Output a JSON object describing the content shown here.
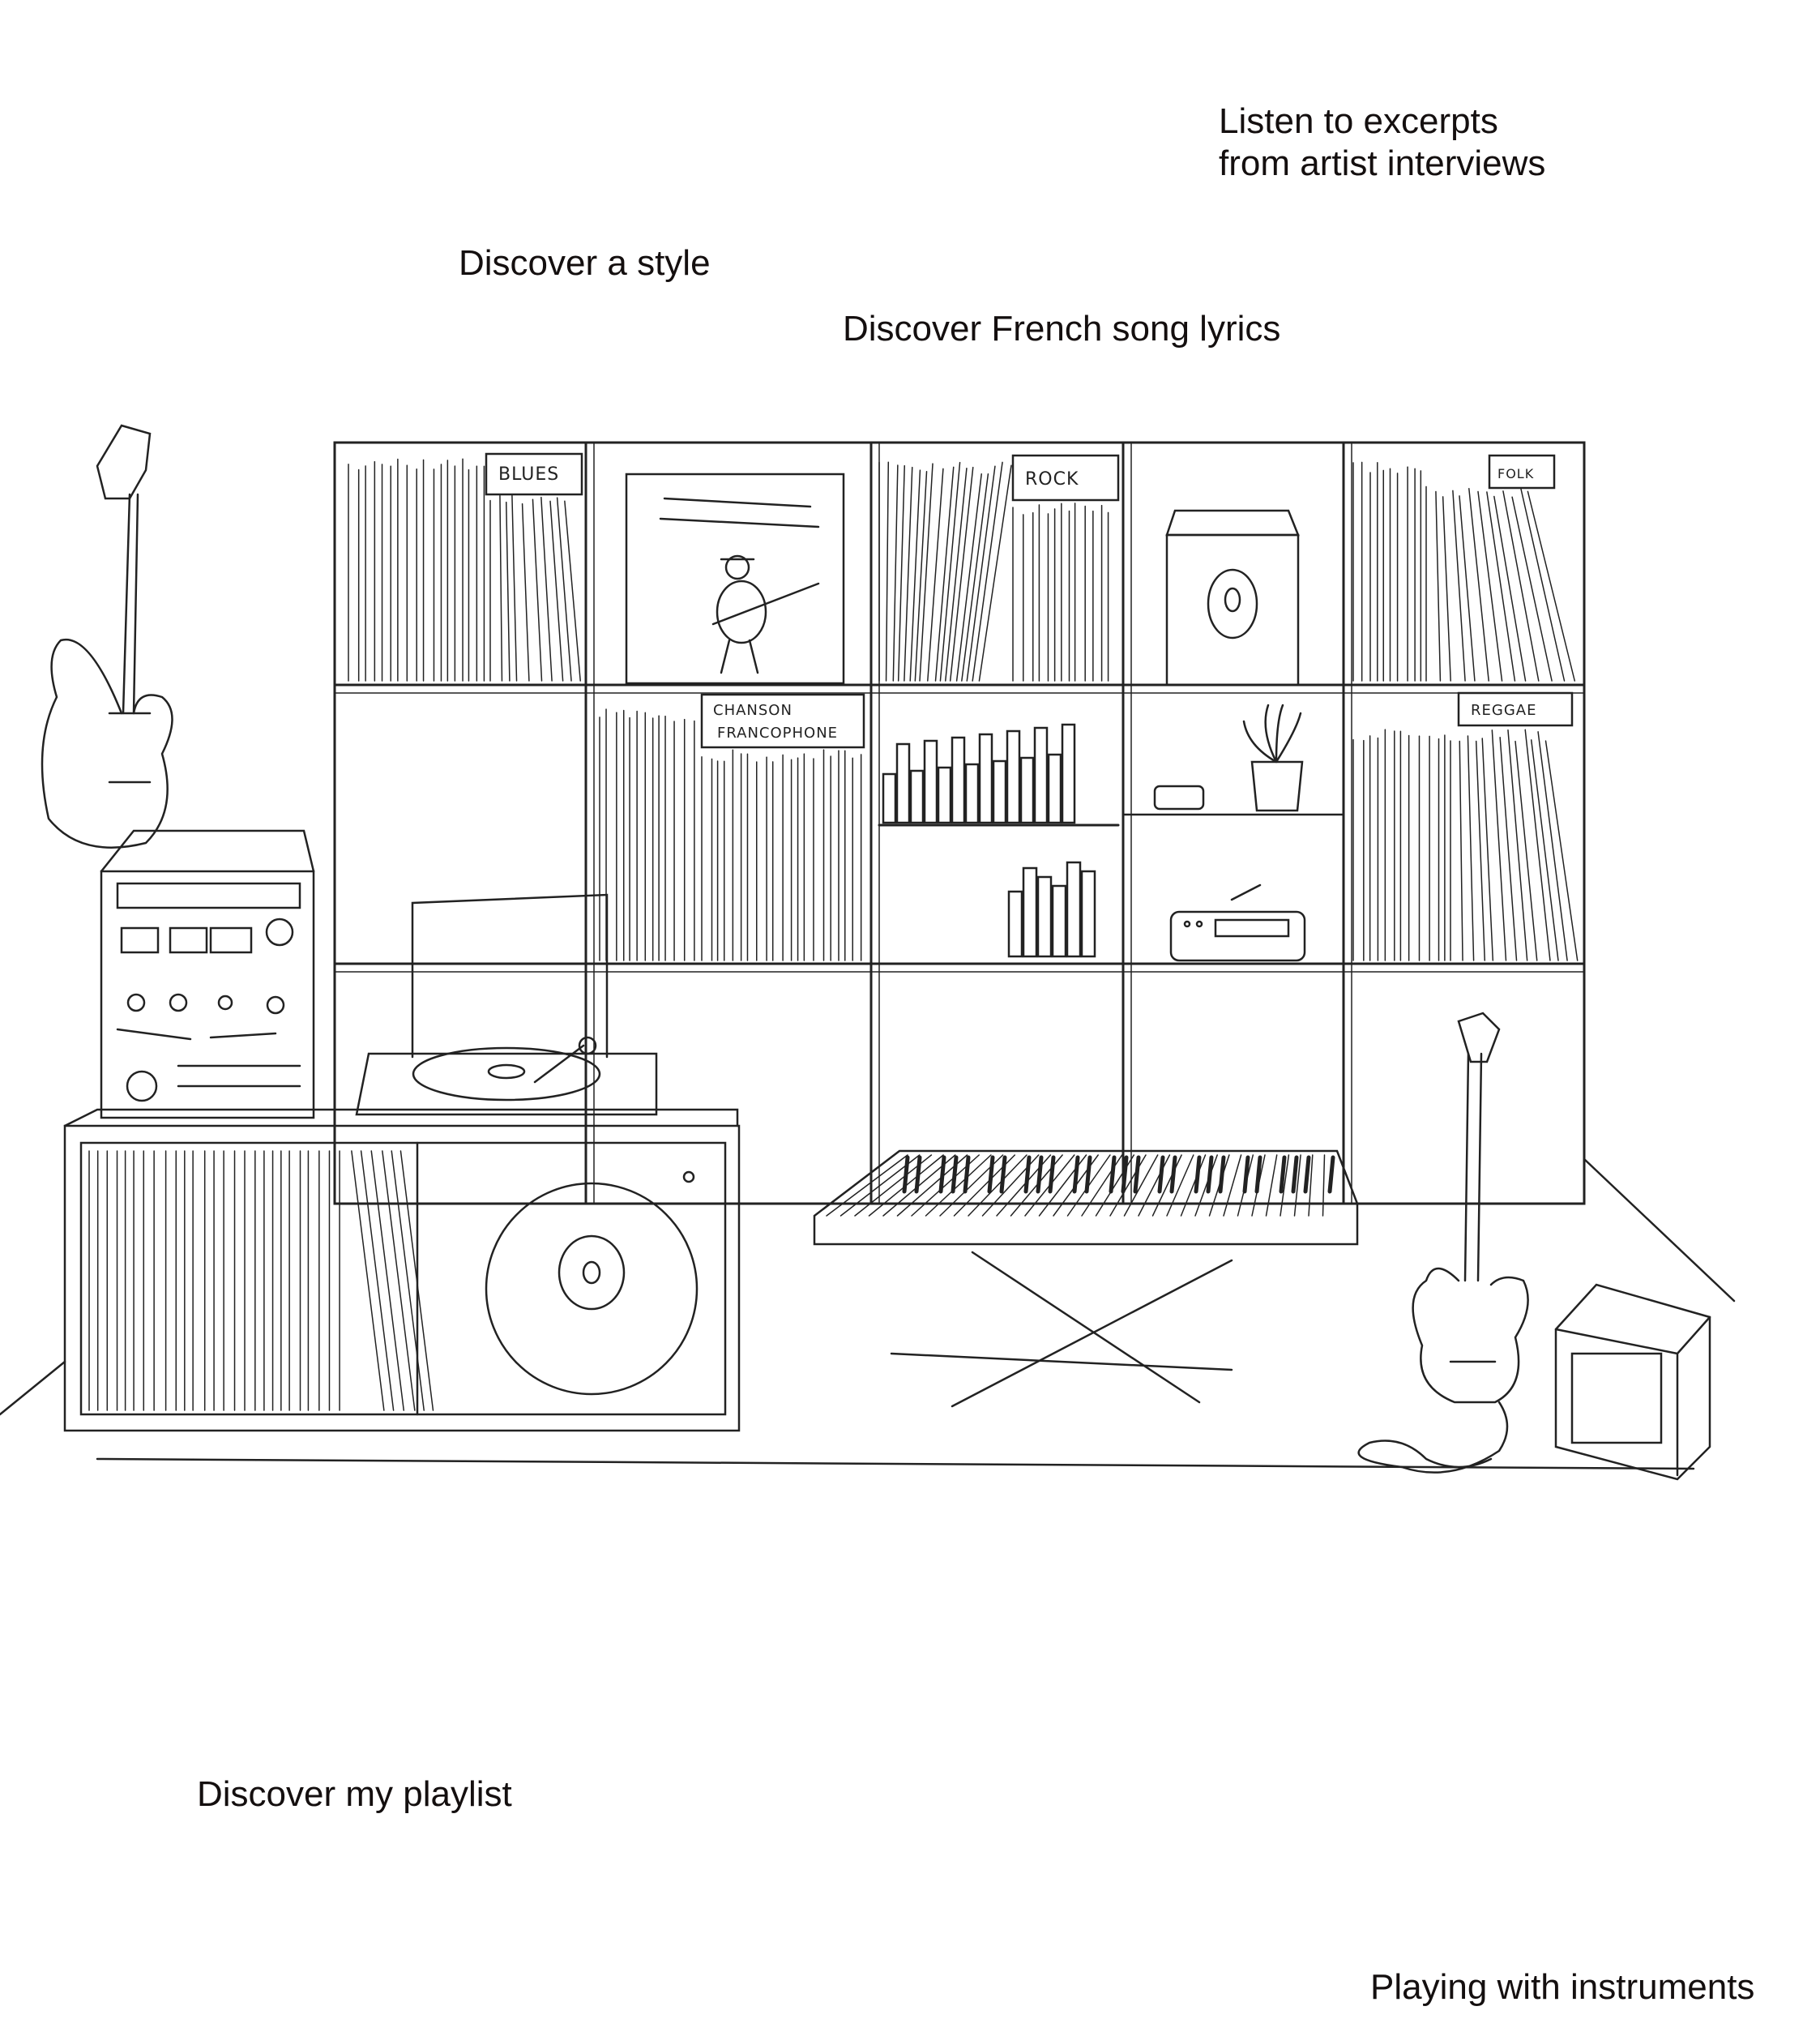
{
  "links": {
    "interviews_line1": "Listen to excerpts",
    "interviews_line2": "from artist interviews",
    "style": "Discover a style",
    "lyrics": "Discover French song lyrics",
    "playlist": "Discover my playlist",
    "instruments": "Playing with instruments"
  },
  "shelf_labels": {
    "blues": "BLUES",
    "rock": "ROCK",
    "folk": "FOLK",
    "chanson_line1": "CHANSON",
    "chanson_line2": "FRANCOPHONE",
    "reggae": "REGGAE"
  },
  "colors": {
    "ink": "#140f0f",
    "background": "#ffffff"
  }
}
